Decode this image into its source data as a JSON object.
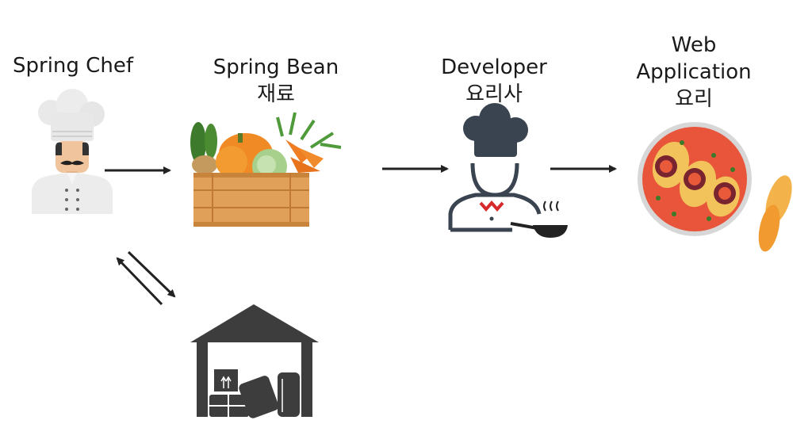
{
  "nodes": {
    "chef": {
      "label": "Spring Chef"
    },
    "bean": {
      "label": "Spring Bean",
      "sublabel": "재료"
    },
    "developer": {
      "label": "Developer",
      "sublabel": "요리사"
    },
    "webapp": {
      "label": "Web",
      "label2": "Application",
      "sublabel": "요리"
    }
  },
  "icons": [
    "chef-icon",
    "vegetable-crate-icon",
    "cook-icon",
    "pan-icon",
    "dish-icon",
    "warehouse-icon"
  ],
  "colors": {
    "arrow": "#222222",
    "warehouse": "#3d3d3d",
    "cook": "#3a4350",
    "crate": "#d9954a",
    "soup": "#e8553a"
  }
}
